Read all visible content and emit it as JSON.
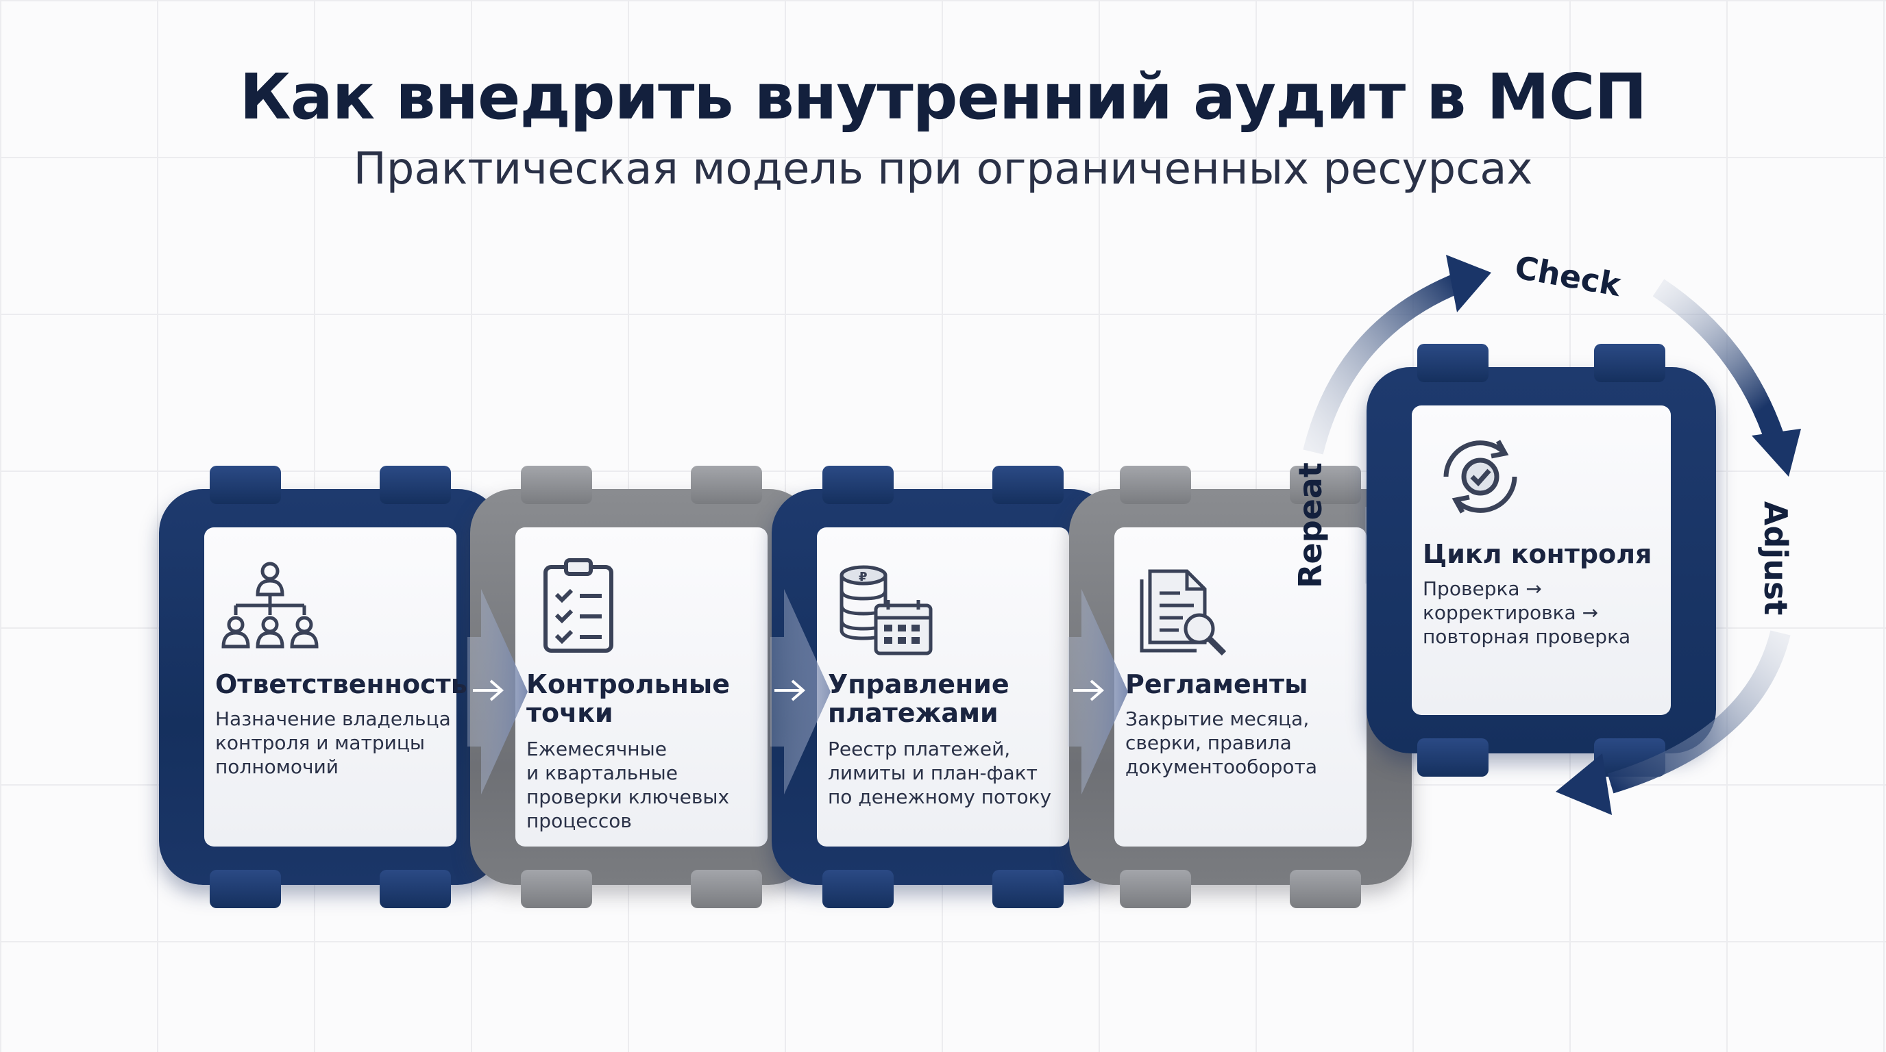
{
  "title": "Как внедрить внутренний аудит в МСП",
  "subtitle": "Практическая модель при ограниченных ресурсах",
  "stages": [
    {
      "title": "Ответственность",
      "description": [
        "Назначение владельца",
        "контроля и матрицы",
        "полномочий"
      ],
      "icon": "org-chart-icon",
      "color": "#1c3566"
    },
    {
      "title": [
        "Контрольные",
        "точки"
      ],
      "description": [
        "Ежемесячные",
        "и квартальные",
        "проверки ключевых",
        "процессов"
      ],
      "icon": "clipboard-checklist-icon",
      "color": "#76787d"
    },
    {
      "title": [
        "Управление",
        "платежами"
      ],
      "description": [
        "Реестр платежей,",
        "лимиты и план-факт",
        "по денежному потоку"
      ],
      "icon": "coins-calendar-icon",
      "color": "#1c3566"
    },
    {
      "title": "Регламенты",
      "description": [
        "Закрытие месяца,",
        "сверки, правила",
        "документооборота"
      ],
      "icon": "documents-magnifier-icon",
      "color": "#76787d"
    }
  ],
  "cycle": {
    "title": "Цикл контроля",
    "description": [
      "Проверка →",
      "корректировка →",
      "повторная проверка"
    ],
    "icon": "refresh-check-icon",
    "labels": {
      "check": "Check",
      "adjust": "Adjust",
      "repeat": "Repeat"
    }
  }
}
